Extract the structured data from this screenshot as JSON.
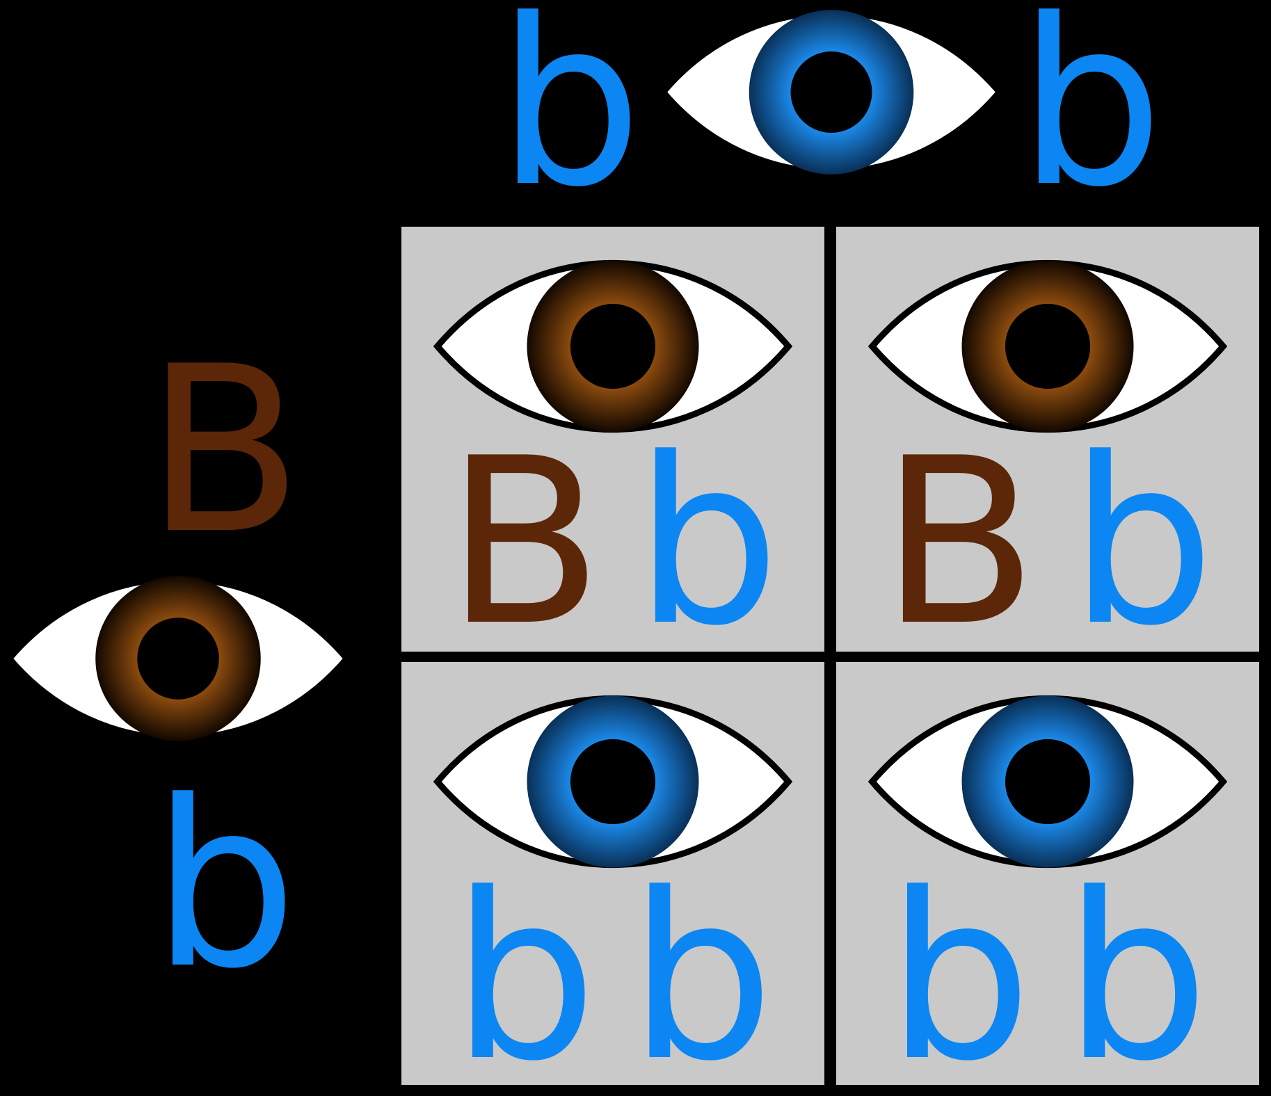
{
  "diagram": {
    "kind": "punnett-square",
    "trait": "eye-color"
  },
  "top_parent": {
    "eye": "blue",
    "allele_left": "b",
    "allele_right": "b"
  },
  "left_parent": {
    "eye": "brown",
    "allele_top": "B",
    "allele_bottom": "b"
  },
  "grid": {
    "cells": [
      {
        "position": "top-left",
        "eye": "brown",
        "alleles": [
          "B",
          "b"
        ]
      },
      {
        "position": "top-right",
        "eye": "brown",
        "alleles": [
          "B",
          "b"
        ]
      },
      {
        "position": "bottom-left",
        "eye": "blue",
        "alleles": [
          "b",
          "b"
        ]
      },
      {
        "position": "bottom-right",
        "eye": "blue",
        "alleles": [
          "b",
          "b"
        ]
      }
    ]
  },
  "colors": {
    "background": "#000000",
    "cell_bg": "#c9c9c9",
    "allele_brown": "#5c2708",
    "allele_blue": "#0c86f2",
    "sclera": "#ffffff",
    "outline": "#000000",
    "pupil": "#000000",
    "iris_blue_inner": "#3f9ff2",
    "iris_blue_mid": "#1b87e6",
    "iris_blue_outer": "#093057",
    "iris_brown_inner": "#a86418",
    "iris_brown_mid": "#8a4a0e",
    "iris_brown_outer": "#120800"
  }
}
